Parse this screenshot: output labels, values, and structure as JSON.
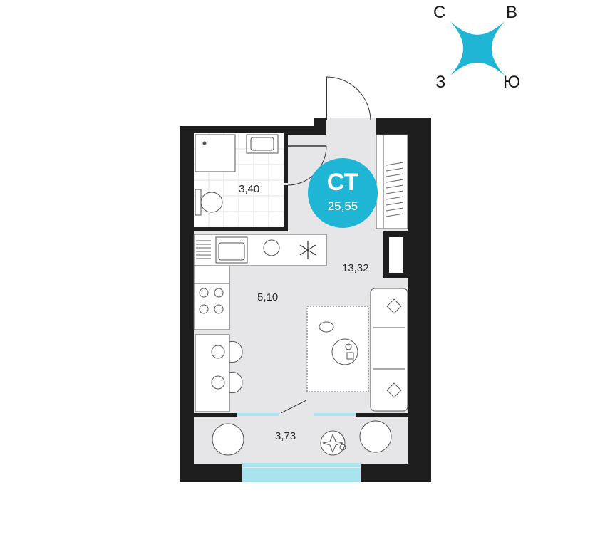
{
  "compass": {
    "north": "С",
    "east": "В",
    "west": "З",
    "south": "Ю",
    "color": "#1fb5d4"
  },
  "apartment": {
    "type_code": "СТ",
    "total_area": "25,55",
    "badge_color": "#1fb5d4"
  },
  "rooms": {
    "bathroom_area": "3,40",
    "living_area": "13,32",
    "kitchen_area": "5,10",
    "balcony_area": "3,73"
  },
  "colors": {
    "wall": "#1e1e1e",
    "floor": "#e6e6e8",
    "window": "#a9e3ee",
    "furniture": "#ffffff"
  },
  "icons": [
    "compass-icon",
    "snowflake-icon",
    "plant-icon"
  ]
}
